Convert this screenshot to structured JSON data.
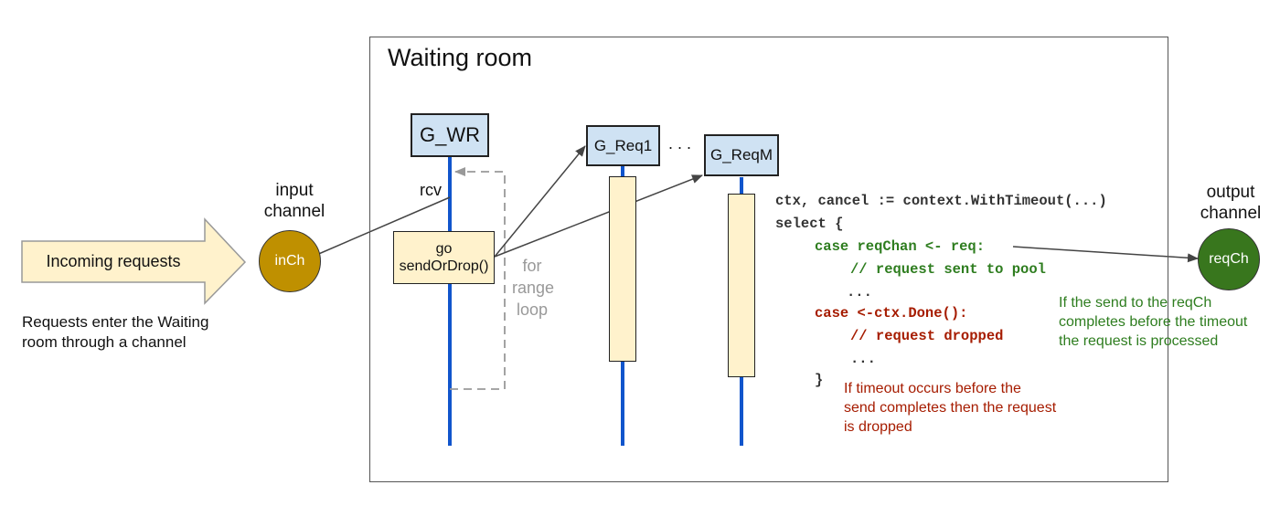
{
  "colors": {
    "lifeline": "#1155cc",
    "box_fill": "#cfe2f3",
    "activation_fill": "#fff2cc",
    "input_channel": "#bf9000",
    "output_channel": "#38761d",
    "green_text": "#2e7d1f",
    "red_text": "#a61c00",
    "loop_dash": "#999999"
  },
  "incoming": {
    "arrow_label": "Incoming requests",
    "caption_line1": "Requests enter the Waiting",
    "caption_line2": "room through a channel"
  },
  "input_channel": {
    "label_line1": "input",
    "label_line2": "channel",
    "circle_label": "inCh"
  },
  "waiting_room": {
    "title": "Waiting room",
    "gwr_label": "G_WR",
    "greq1_label": "G_Req1",
    "greqm_label": "G_ReqM",
    "ellipsis": ". . .",
    "rcv_label": "rcv",
    "go_line1": "go",
    "go_line2": "sendOrDrop()",
    "loop_line1": "for",
    "loop_line2": "range",
    "loop_line3": "loop"
  },
  "code": {
    "line1": "ctx, cancel := context.WithTimeout(...)",
    "line2": "select {",
    "line3": "case reqChan <- req:",
    "line4": "// request sent to pool",
    "line5": "...",
    "line6": "case <-ctx.Done():",
    "line7": "// request dropped",
    "line8": "...",
    "line9": "}"
  },
  "notes": {
    "timeout_line1": "If timeout occurs before the",
    "timeout_line2": "send completes then the request",
    "timeout_line3": "is dropped",
    "sent_line1": "If the send to the reqCh",
    "sent_line2": "completes before the timeout",
    "sent_line3": "the request is processed"
  },
  "output_channel": {
    "label_line1": "output",
    "label_line2": "channel",
    "circle_label": "reqCh"
  }
}
